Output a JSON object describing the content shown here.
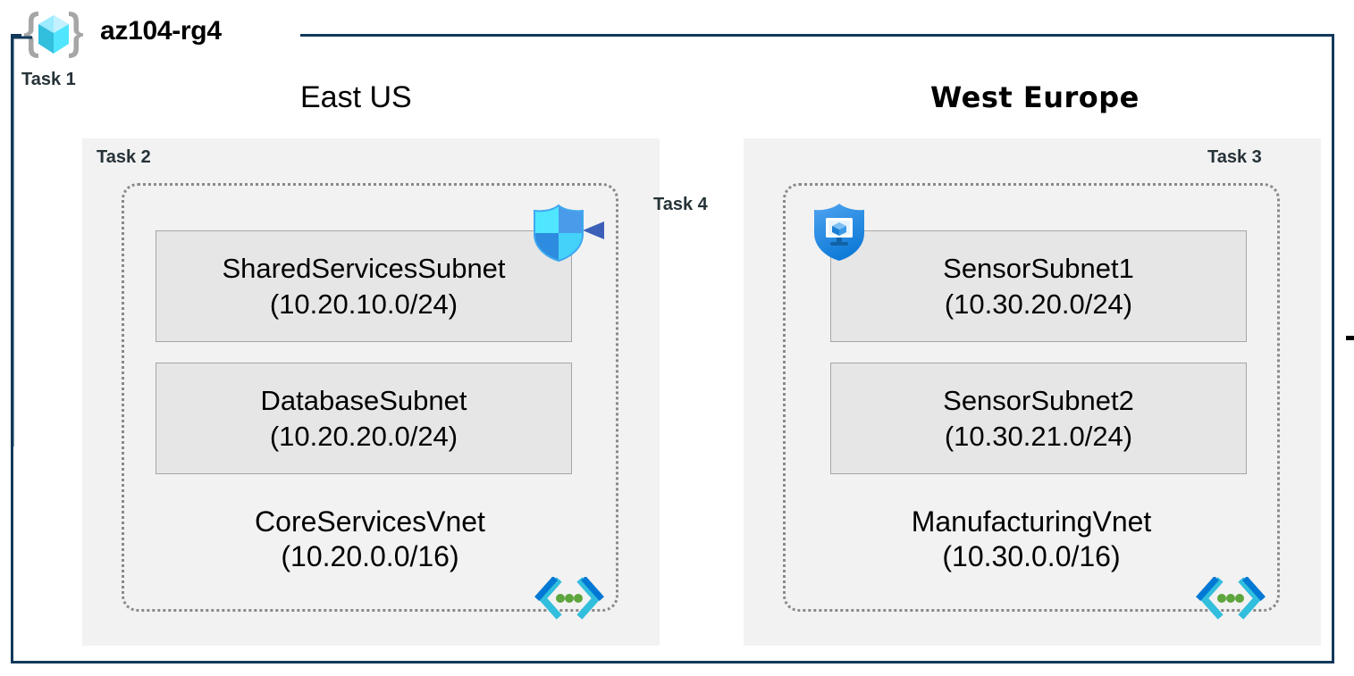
{
  "resource_group": {
    "name": "az104-rg4",
    "icon": "resource-group-cube-icon"
  },
  "tasks": [
    {
      "id": "task1",
      "label": "Task 1",
      "target": "resource-group"
    },
    {
      "id": "task2",
      "label": "Task 2",
      "target": "east-us-region"
    },
    {
      "id": "task3",
      "label": "Task 3",
      "target": "west-europe-region"
    },
    {
      "id": "task4",
      "label": "Task 4",
      "target": "vnet-peering"
    }
  ],
  "regions": [
    {
      "id": "east-us",
      "title": "East US",
      "task_label": "Task 2",
      "vnet": {
        "name": "CoreServicesVnet",
        "cidr": "(10.20.0.0/16)",
        "icon": "virtual-network-icon",
        "subnets": [
          {
            "name": "SharedServicesSubnet",
            "cidr": "(10.20.10.0/24)"
          },
          {
            "name": "DatabaseSubnet",
            "cidr": "(10.20.20.0/24)"
          }
        ]
      }
    },
    {
      "id": "west-europe",
      "title": "West Europe",
      "task_label": "Task 3",
      "vnet": {
        "name": "ManufacturingVnet",
        "cidr": "(10.30.0.0/16)",
        "icon": "virtual-network-icon",
        "subnets": [
          {
            "name": "SensorSubnet1",
            "cidr": "(10.30.20.0/24)"
          },
          {
            "name": "SensorSubnet2",
            "cidr": "(10.30.21.0/24)"
          }
        ]
      }
    }
  ],
  "icons": {
    "nsg": "network-security-group-shield-icon",
    "defender": "defender-for-servers-shield-icon",
    "peering_arrow": "peering-arrow-left-icon"
  },
  "connection": {
    "label": "Task 4",
    "direction": "right-to-left",
    "from": "ManufacturingVnet",
    "to": "CoreServicesVnet"
  },
  "colors": {
    "frame_border": "#12395B",
    "region_fill": "#F2F2F2",
    "subnet_fill": "#E6E6E6",
    "subnet_border": "#A6A6A6",
    "vnet_border": "#8A8A8A",
    "task_text": "#263238",
    "arrow": "#4472C4",
    "icon_cyan": "#50E6FF",
    "icon_blue": "#0078D4",
    "icon_green": "#59B359"
  }
}
